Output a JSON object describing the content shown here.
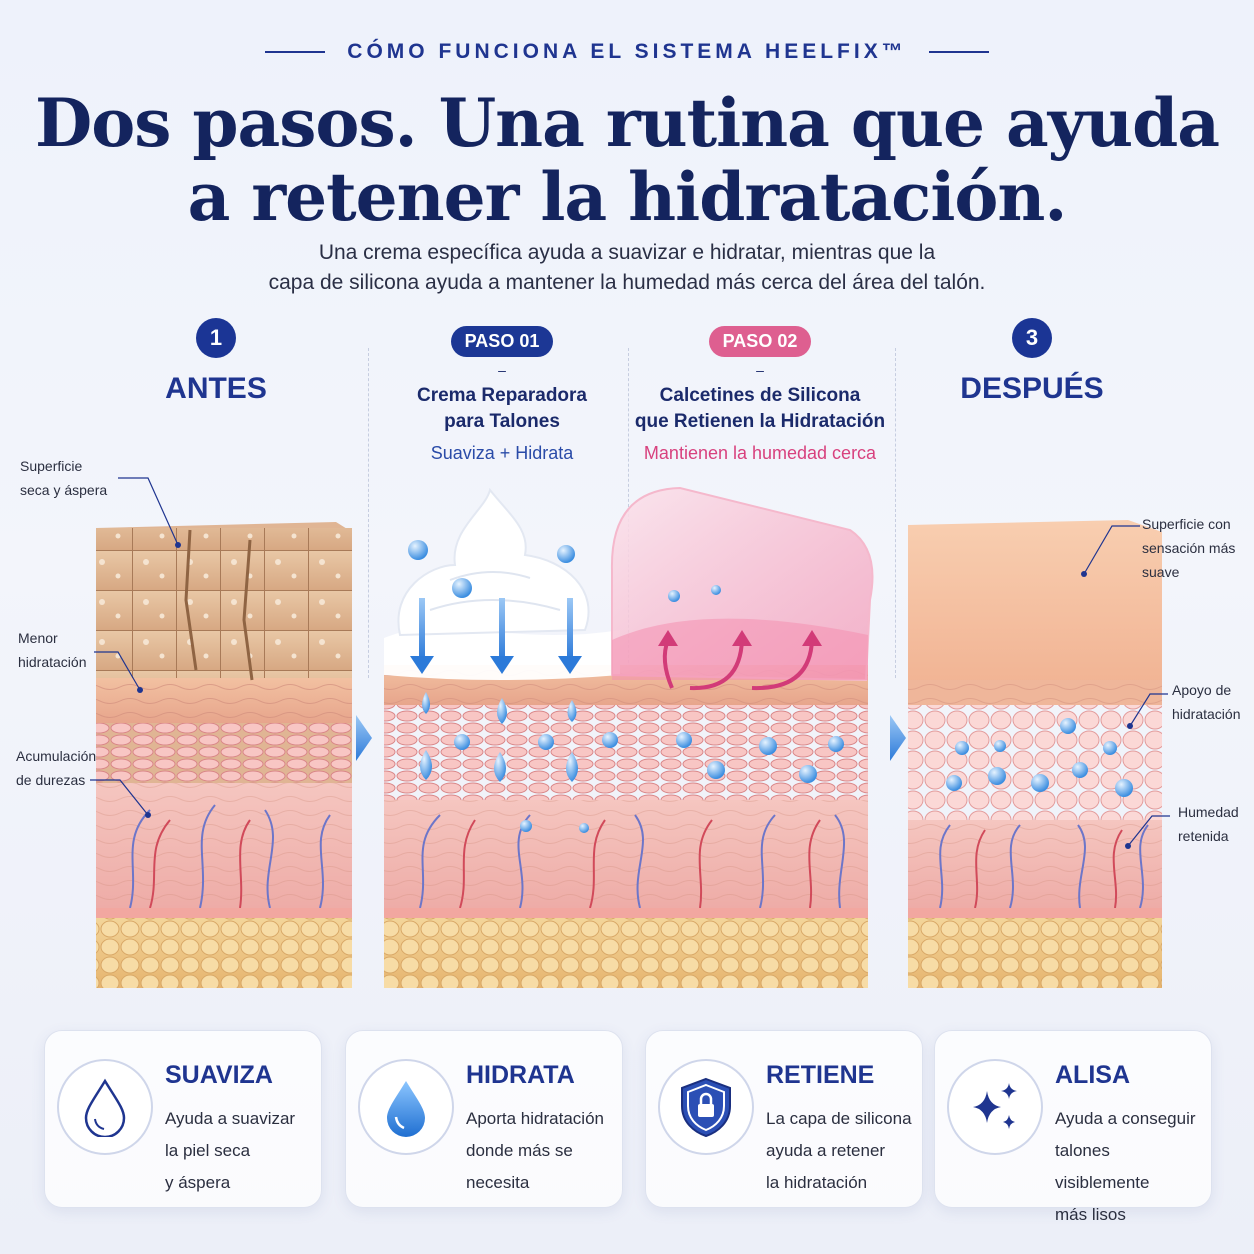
{
  "header": {
    "eyebrow": "CÓMO FUNCIONA EL SISTEMA HEELFIX™",
    "title_line1": "Dos pasos. Una rutina que ayuda",
    "title_line2": "a retener la hidratación.",
    "subtitle_line1": "Una crema específica ayuda a suavizar e hidratar, mientras que la",
    "subtitle_line2": "capa de silicona ayuda a mantener la humedad más cerca del área del talón."
  },
  "stages": {
    "before": {
      "number": "1",
      "title": "ANTES"
    },
    "step1": {
      "pill": "PASO 01",
      "dash": "–",
      "title_line1": "Crema Reparadora",
      "title_line2": "para Talones",
      "subtitle": "Suaviza + Hidrata"
    },
    "step2": {
      "pill": "PASO 02",
      "dash": "–",
      "title_line1": "Calcetines de Silicona",
      "title_line2": "que Retienen la Hidratación",
      "subtitle": "Mantienen la humedad cerca"
    },
    "after": {
      "number": "3",
      "title": "DESPUÉS"
    }
  },
  "annotations": {
    "left": [
      {
        "line1": "Superficie",
        "line2": "seca y áspera"
      },
      {
        "line1": "Menor",
        "line2": "hidratación"
      },
      {
        "line1": "Acumulación",
        "line2": "de durezas"
      }
    ],
    "right": [
      {
        "line1": "Superficie con",
        "line2": "sensación más",
        "line3": "suave"
      },
      {
        "line1": "Apoyo de",
        "line2": "hidratación"
      },
      {
        "line1": "Humedad",
        "line2": "retenida"
      }
    ]
  },
  "benefits": [
    {
      "title": "SUAVIZA",
      "l1": "Ayuda a suavizar",
      "l2": "la piel seca",
      "l3": "y áspera",
      "icon": "drop-outline-icon"
    },
    {
      "title": "HIDRATA",
      "l1": "Aporta hidratación",
      "l2": "donde más se",
      "l3": "necesita",
      "icon": "drop-filled-icon"
    },
    {
      "title": "RETIENE",
      "l1": "La capa de silicona",
      "l2": "ayuda a retener",
      "l3": "la hidratación",
      "icon": "shield-lock-icon"
    },
    {
      "title": "ALISA",
      "l1": "Ayuda a conseguir",
      "l2": "talones visiblemente",
      "l3": "más lisos",
      "icon": "sparkle-icon"
    }
  ],
  "colors": {
    "navy": "#1f3590",
    "pink": "#de5f90",
    "skin": "#f2b7a8",
    "fat": "#f0cc8a"
  }
}
